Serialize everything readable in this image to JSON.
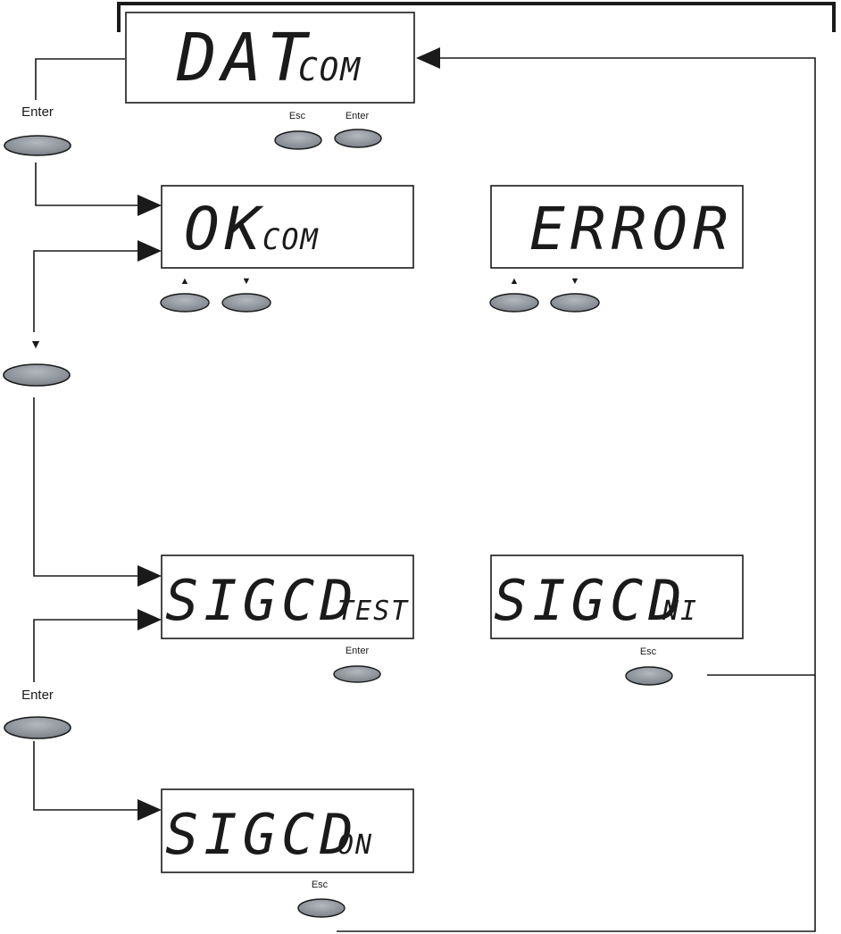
{
  "displays": {
    "dat_com": {
      "main": "DAT",
      "sub": "COM"
    },
    "ok_com": {
      "main": "OK",
      "sub": "COM"
    },
    "error": {
      "main": "ERROR",
      "sub": ""
    },
    "sigcd_test": {
      "main": "SIGCD",
      "sub": "TEST"
    },
    "sigcd_ni": {
      "main": "SIGCD",
      "sub": "NI"
    },
    "sigcd_on": {
      "main": "SIGCD",
      "sub": "ON"
    }
  },
  "keys": {
    "enter": "Enter",
    "esc": "Esc",
    "up": "▲",
    "down": "▼"
  },
  "colors": {
    "key_fill": "#8e939b",
    "line": "#1a1a1a"
  }
}
